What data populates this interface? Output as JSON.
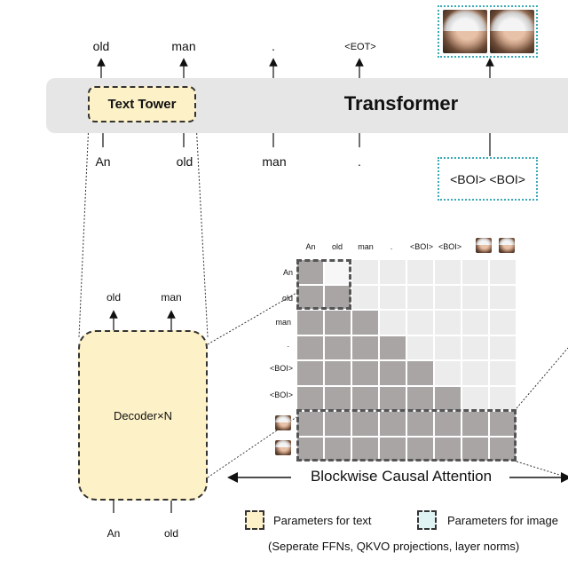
{
  "top_outputs": [
    "old",
    "man",
    ".",
    "<EOT>"
  ],
  "transformer_label": "Transformer",
  "text_tower_label": "Text Tower",
  "bottom_inputs": [
    "An",
    "old",
    "man",
    "."
  ],
  "boi_box_text": "<BOI> <BOI>",
  "decoder": {
    "label": "Decoder×N",
    "outputs": [
      "old",
      "man"
    ],
    "inputs": [
      "An",
      "old"
    ]
  },
  "matrix": {
    "column_labels": [
      "An",
      "old",
      "man",
      ".",
      "<BOI>",
      "<BOI>"
    ],
    "row_labels": [
      "An",
      "old",
      "man",
      ".",
      "<BOI>",
      "<BOI>"
    ],
    "title": "Blockwise Causal Attention",
    "colors": {
      "masked": "#aaa5a5",
      "open": "#ececec",
      "highlight": "#f7f7f7"
    }
  },
  "legend": {
    "text_params": "Parameters for text",
    "image_params": "Parameters for image",
    "note": "(Seperate FFNs, QKVO projections, layer norms)"
  },
  "icons": [
    "image-patch-icon",
    "arrow-up-icon",
    "double-arrow-icon"
  ]
}
